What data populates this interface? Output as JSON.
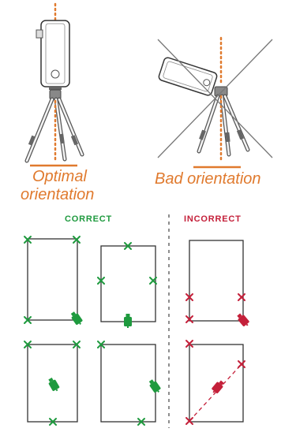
{
  "captions": {
    "optimal_line1": "Optimal",
    "optimal_line2": "orientation",
    "bad": "Bad orientation"
  },
  "headers": {
    "correct": "CORRECT",
    "incorrect": "INCORRECT"
  },
  "colors": {
    "orange": "#E07A2E",
    "green": "#1E9A3E",
    "red": "#C4203A",
    "outline": "#333333",
    "tripod": "#555555",
    "cross": "#777777"
  },
  "icons": {
    "marker": "x-mark-icon",
    "scanner": "scanner-device-icon",
    "tripod": "tripod-icon"
  }
}
